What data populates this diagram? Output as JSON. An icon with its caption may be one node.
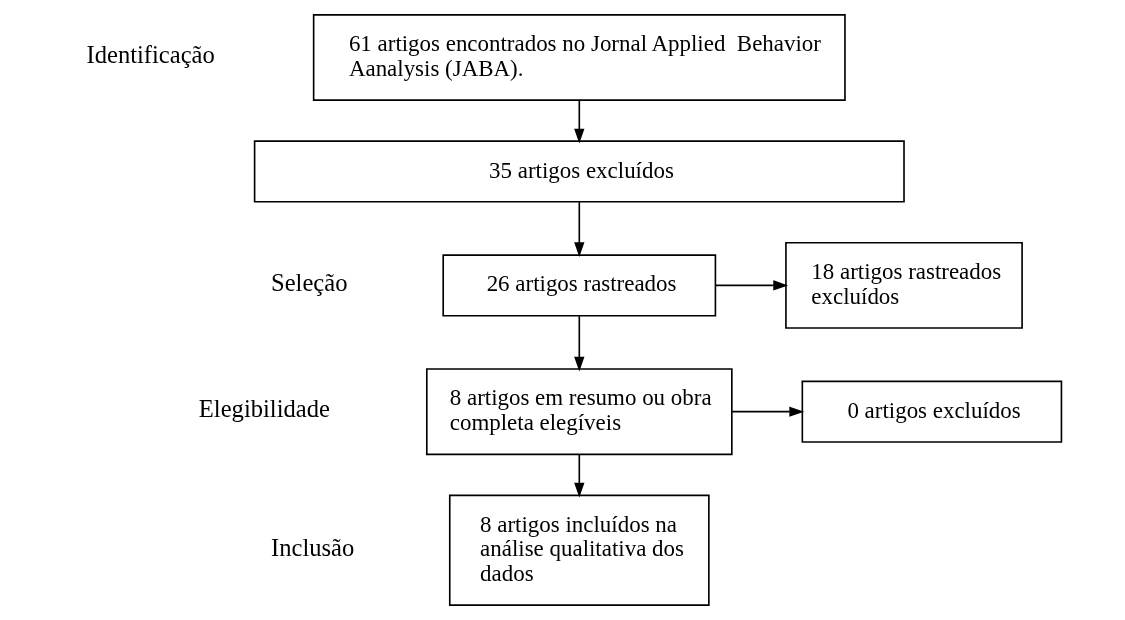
{
  "diagram": {
    "nodes": [
      {
        "text": [
          "61 artigos encontrados no Jornal Applied  Behavior Aanalysis (JABA)."
        ]
      },
      {
        "text": [
          "35 artigos excluídos"
        ]
      },
      {
        "text": [
          "26 artigos rastreados"
        ]
      },
      {
        "text": [
          "18 artigos rastreados excluídos"
        ]
      },
      {
        "text": [
          "8 artigos em resumo ou obra completa elegíveis"
        ]
      },
      {
        "text": [
          "0 artigos excluídos"
        ]
      },
      {
        "text": [
          "8 artigos incluídos na análise qualitativa dos dados"
        ]
      }
    ],
    "edges": [
      {
        "from": 0,
        "to": 1,
        "arrow": "to"
      },
      {
        "from": 1,
        "to": 2,
        "arrow": "to"
      },
      {
        "from": 2,
        "to": 3,
        "arrow": "to"
      },
      {
        "from": 2,
        "to": 4,
        "arrow": "to"
      },
      {
        "from": 4,
        "to": 5,
        "arrow": "to"
      },
      {
        "from": 4,
        "to": 6,
        "arrow": "to"
      }
    ],
    "labels": [
      "Identificação",
      "Seleção",
      "Elegibilidade",
      "Inclusão"
    ]
  }
}
